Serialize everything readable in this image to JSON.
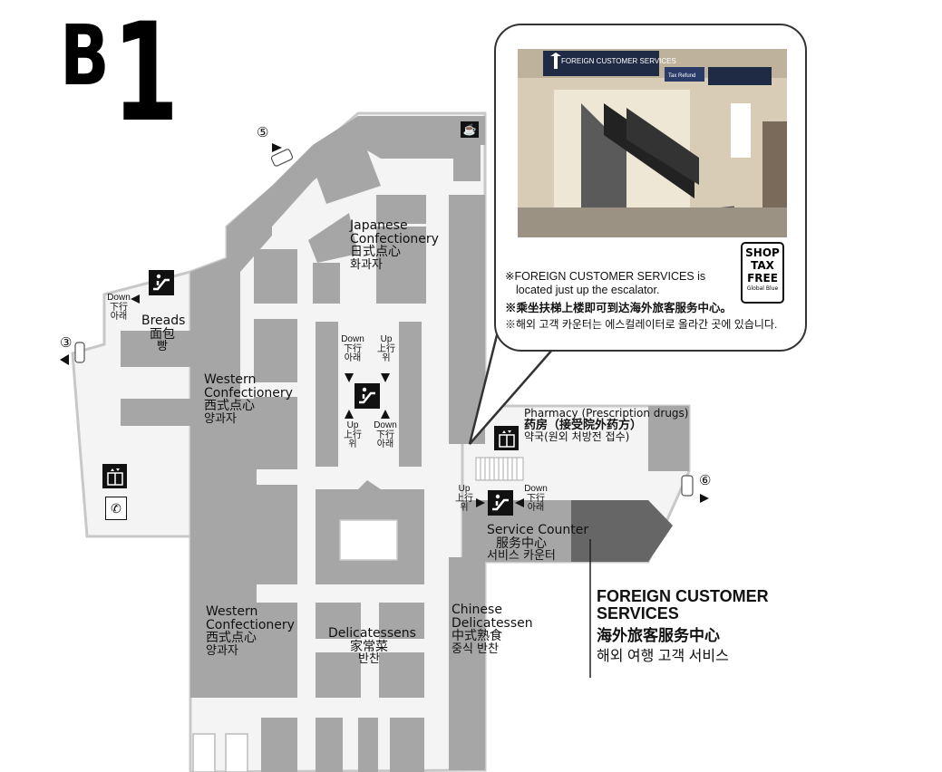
{
  "floor": "B1",
  "entrances": [
    "③",
    "⑤",
    "⑥"
  ],
  "callout": {
    "photo_signs": {
      "foreign": "FOREIGN CUSTOMER SERVICES",
      "tax_refund": "Tax Refund"
    },
    "note_en": "※FOREIGN CUSTOMER SERVICES is located just up the escalator.",
    "note_en_line1": "※FOREIGN CUSTOMER SERVICES is",
    "note_en_line2": "located just up the escalator.",
    "note_zh": "※乘坐扶梯上楼即可到达海外旅客服务中心。",
    "note_ko": "※해외 고객 카운터는 에스컬레이터로 올라간 곳에 있습니다.",
    "badge": {
      "line1": "SHOP",
      "line2": "TAX",
      "line3": "FREE",
      "sub": "Global Blue"
    }
  },
  "areas": {
    "japanese": {
      "en1": "Japanese",
      "en2": "Confectionery",
      "zh": "日式点心",
      "ko": "화과자"
    },
    "breads": {
      "en": "Breads",
      "zh": "面包",
      "ko": "빵"
    },
    "western_top": {
      "en1": "Western",
      "en2": "Confectionery",
      "zh": "西式点心",
      "ko": "양과자"
    },
    "western_bottom": {
      "en1": "Western",
      "en2": "Confectionery",
      "zh": "西式点心",
      "ko": "양과자"
    },
    "delicatessens": {
      "en": "Delicatessens",
      "zh": "家常菜",
      "ko": "반찬"
    },
    "chinese": {
      "en1": "Chinese",
      "en2": "Delicatessen",
      "zh": "中式熟食",
      "ko": "중식 반찬"
    },
    "pharmacy": {
      "en": "Pharmacy (Prescription drugs)",
      "zh": "药房（接受院外药方）",
      "ko": "약국(원외 처방전 접수)"
    },
    "service": {
      "en": "Service Counter",
      "zh": "服务中心",
      "ko": "서비스 카운터"
    },
    "foreign": {
      "en1": "FOREIGN CUSTOMER",
      "en2": "SERVICES",
      "zh": "海外旅客服务中心",
      "ko": "해외 여행 고객 서비스"
    }
  },
  "directions": {
    "down_en": "Down",
    "down_zh": "下行",
    "down_ko": "아래",
    "up_en": "Up",
    "up_zh": "上行",
    "up_ko": "위"
  },
  "colors": {
    "block": "#a6a6a6",
    "corridor": "#f4f4f4",
    "outline": "#c8c8c8",
    "dark_block": "#666666",
    "icon": "#111111"
  }
}
